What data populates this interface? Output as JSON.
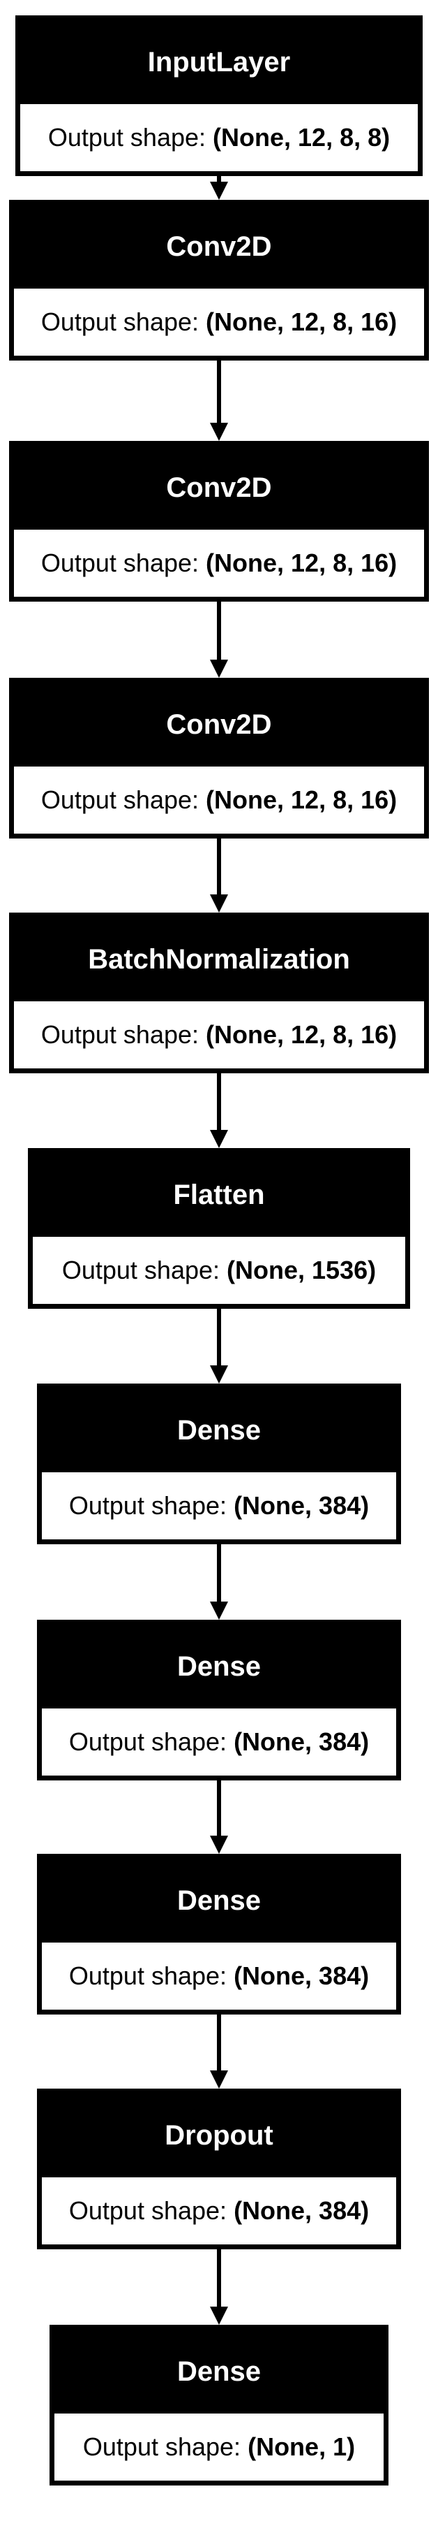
{
  "diagram": {
    "type": "keras-model-plot",
    "layers": [
      {
        "name": "InputLayer",
        "shape_label": "Output shape:",
        "shape_value": "(None, 12, 8, 8)"
      },
      {
        "name": "Conv2D",
        "shape_label": "Output shape:",
        "shape_value": "(None, 12, 8, 16)"
      },
      {
        "name": "Conv2D",
        "shape_label": "Output shape:",
        "shape_value": "(None, 12, 8, 16)"
      },
      {
        "name": "Conv2D",
        "shape_label": "Output shape:",
        "shape_value": "(None, 12, 8, 16)"
      },
      {
        "name": "BatchNormalization",
        "shape_label": "Output shape:",
        "shape_value": "(None, 12, 8, 16)"
      },
      {
        "name": "Flatten",
        "shape_label": "Output shape:",
        "shape_value": "(None, 1536)"
      },
      {
        "name": "Dense",
        "shape_label": "Output shape:",
        "shape_value": "(None, 384)"
      },
      {
        "name": "Dense",
        "shape_label": "Output shape:",
        "shape_value": "(None, 384)"
      },
      {
        "name": "Dense",
        "shape_label": "Output shape:",
        "shape_value": "(None, 384)"
      },
      {
        "name": "Dropout",
        "shape_label": "Output shape:",
        "shape_value": "(None, 384)"
      },
      {
        "name": "Dense",
        "shape_label": "Output shape:",
        "shape_value": "(None, 1)"
      }
    ],
    "colors": {
      "header_bg": "#000000",
      "header_text": "#ffffff",
      "border": "#000000",
      "body_bg": "#ffffff",
      "arrow": "#000000"
    }
  }
}
